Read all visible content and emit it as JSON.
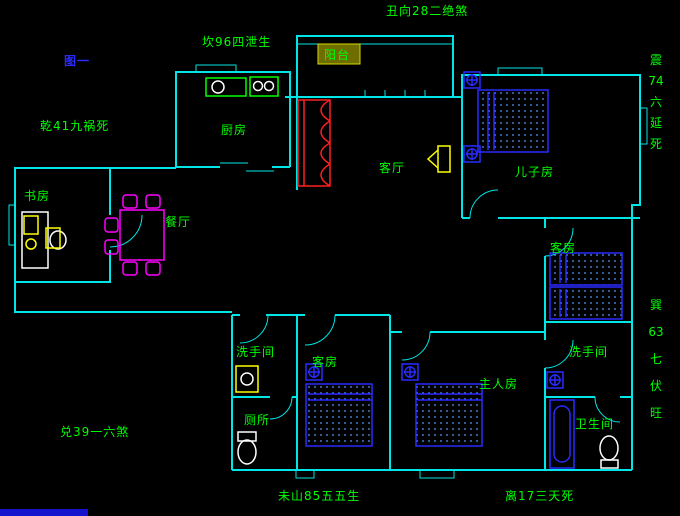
{
  "figure_label": "图一",
  "compass": {
    "top": "丑向28二绝煞",
    "top_left": "坎96四泄生",
    "left": "乾41九祸死",
    "right_upper": "震74六延死",
    "right_lower": "巽63七伏旺",
    "bottom_left": "兑39一六煞",
    "bottom_center": "未山85五五生",
    "bottom_right": "离17三天死"
  },
  "rooms": {
    "balcony": "阳台",
    "kitchen": "厨房",
    "living_room": "客厅",
    "son_room": "儿子房",
    "study": "书房",
    "dining_room": "餐厅",
    "guest_room_right": "客房",
    "guest_room_bottom": "客房",
    "master_room": "主人房",
    "washroom_left": "洗手间",
    "washroom_right": "洗手间",
    "toilet": "厕所",
    "bathroom": "卫生间"
  },
  "colors": {
    "background": "#000000",
    "wall_cyan": "#00e5e5",
    "label_green": "#00ff00",
    "figure_blue": "#2b2bff",
    "bed_blue": "#2a2aff",
    "sofa_red": "#ff2020",
    "dining_magenta": "#ff00ff",
    "fixture_yellow": "#ffff00",
    "fixture_white": "#ffffff",
    "scrollbar_blue": "#1414cc"
  }
}
